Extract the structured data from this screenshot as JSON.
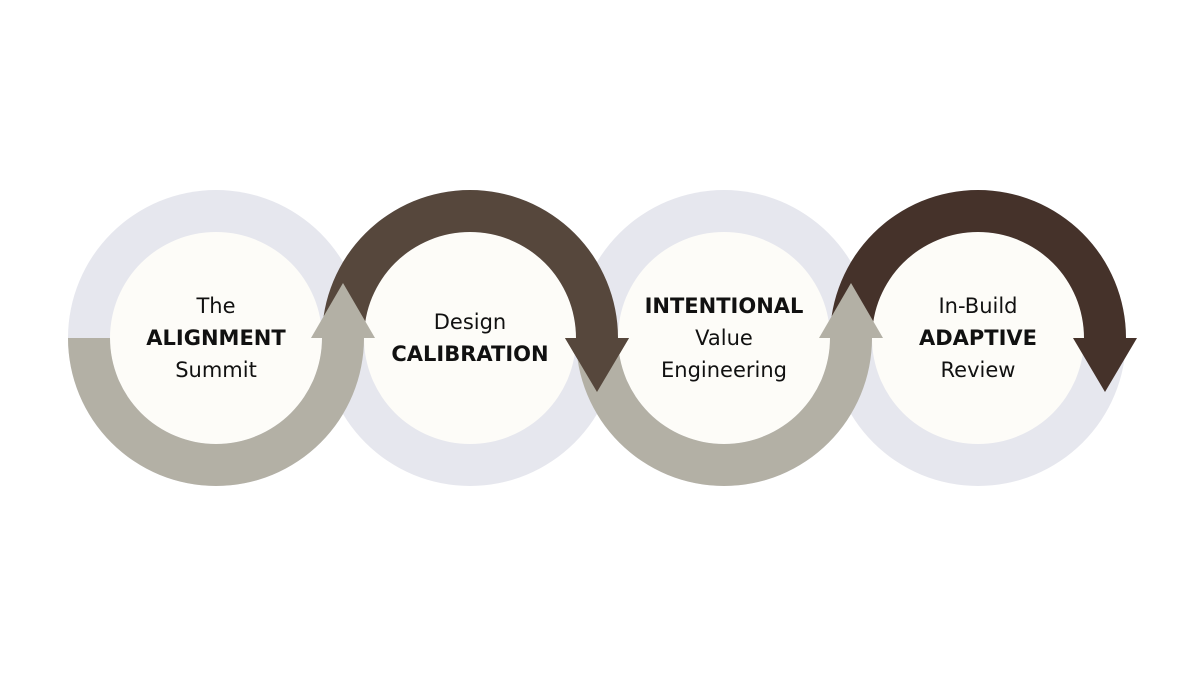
{
  "colors": {
    "ring": "#e6e7ee",
    "inner": "#fdfcf8",
    "tan": "#b3b0a5",
    "dark": "#56473c",
    "darker": "#45322a"
  },
  "steps": [
    {
      "lines": [
        {
          "text": "The",
          "bold": false
        },
        {
          "text": "ALIGNMENT",
          "bold": true
        },
        {
          "text": "Summit",
          "bold": false
        }
      ],
      "arc": "bottom",
      "arc_color": "tan"
    },
    {
      "lines": [
        {
          "text": "Design",
          "bold": false
        },
        {
          "text": "CALIBRATION",
          "bold": true
        }
      ],
      "arc": "top",
      "arc_color": "dark"
    },
    {
      "lines": [
        {
          "text": "INTENTIONAL",
          "bold": true
        },
        {
          "text": "Value",
          "bold": false
        },
        {
          "text": "Engineering",
          "bold": false
        }
      ],
      "arc": "bottom",
      "arc_color": "tan"
    },
    {
      "lines": [
        {
          "text": "In-Build",
          "bold": false
        },
        {
          "text": "ADAPTIVE",
          "bold": true
        },
        {
          "text": "Review",
          "bold": false
        }
      ],
      "arc": "top",
      "arc_color": "darker"
    }
  ]
}
